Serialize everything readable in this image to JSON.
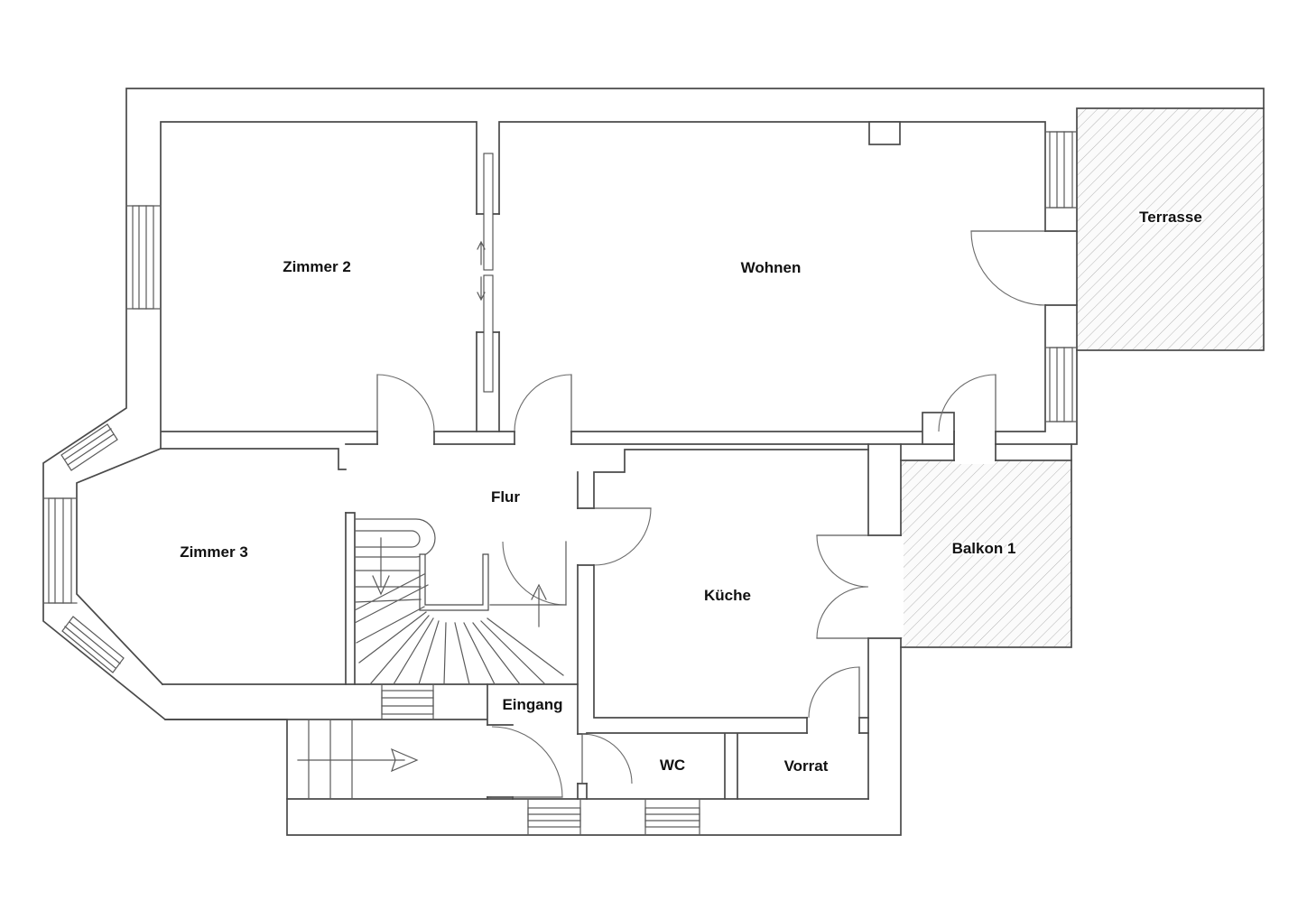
{
  "plan": {
    "background": "#ffffff",
    "line_color": "#4a4a4a",
    "hatch_line_color": "#b5b5b5",
    "hatch_background": "#fbfbfb",
    "label_color": "#111111",
    "rooms": [
      {
        "name": "zimmer-2",
        "label": "Zimmer 2"
      },
      {
        "name": "wohnen",
        "label": "Wohnen"
      },
      {
        "name": "terrasse",
        "label": "Terrasse",
        "outdoor": true
      },
      {
        "name": "zimmer-3",
        "label": "Zimmer 3"
      },
      {
        "name": "flur",
        "label": "Flur"
      },
      {
        "name": "balkon-1",
        "label": "Balkon 1",
        "outdoor": true
      },
      {
        "name": "kueche",
        "label": "Küche"
      },
      {
        "name": "eingang",
        "label": "Eingang"
      },
      {
        "name": "wc",
        "label": "WC"
      },
      {
        "name": "vorrat",
        "label": "Vorrat"
      }
    ],
    "icons": [
      {
        "name": "stair-down-arrow-icon"
      },
      {
        "name": "stair-up-arrow-icon"
      },
      {
        "name": "entrance-direction-arrow-icon"
      },
      {
        "name": "sliding-door-up-arrow-icon"
      },
      {
        "name": "sliding-door-down-arrow-icon"
      }
    ]
  }
}
